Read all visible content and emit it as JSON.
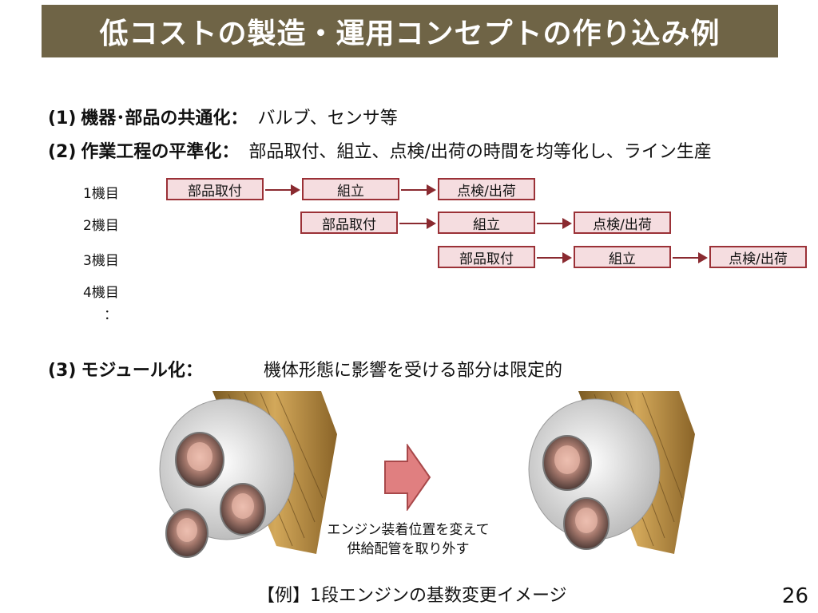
{
  "title": "低コストの製造・運用コンセプトの作り込み例",
  "items": [
    {
      "num": "(1)",
      "head": "機器･部品の共通化：",
      "desc": "バルブ、センサ等"
    },
    {
      "num": "(2)",
      "head": "作業工程の平準化：",
      "desc": "部品取付、組立、点検/出荷の時間を均等化し、ライン生産"
    }
  ],
  "process": {
    "machines": [
      "1機目",
      "2機目",
      "3機目",
      "4機目"
    ],
    "continuation": "：",
    "steps": [
      "部品取付",
      "組立",
      "点検/出荷"
    ]
  },
  "module": {
    "num": "(3)",
    "head": "モジュール化：",
    "desc": "機体形態に影響を受ける部分は限定的"
  },
  "note_line1": "エンジン装着位置を変えて",
  "note_line2": "供給配管を取り外す",
  "caption": "【例】1段エンジンの基数変更イメージ",
  "page_number": "26",
  "colors": {
    "title_bg": "#6f6446",
    "box_fill": "#f5dde0",
    "box_border": "#9b3137",
    "arrow_fill": "#e07f80"
  }
}
